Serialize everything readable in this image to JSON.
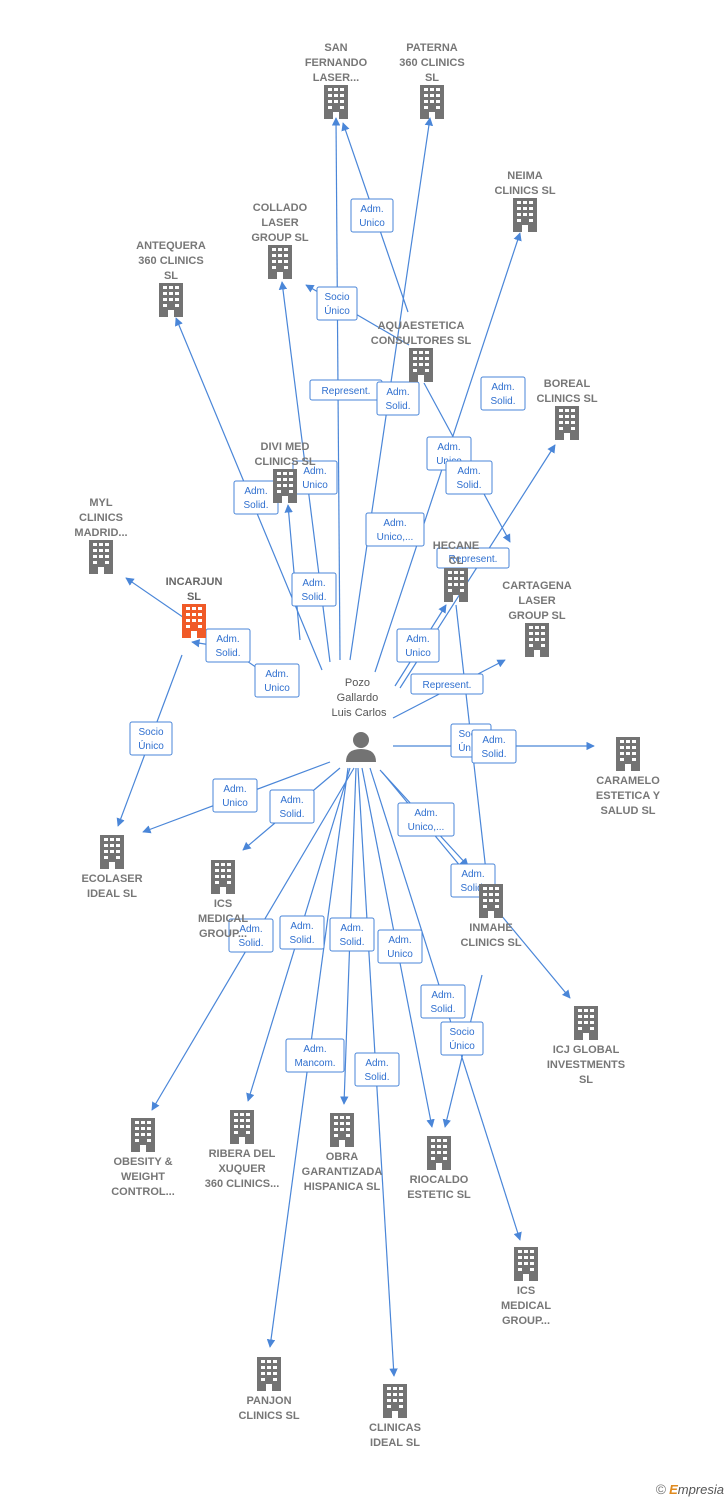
{
  "colors": {
    "edge": "#4a86d8",
    "node": "#737373",
    "focus": "#f05a28",
    "label": "#777777"
  },
  "person": {
    "lines": [
      "Pozo",
      "Gallardo",
      "Luis Carlos"
    ],
    "icon": "person-icon"
  },
  "nodes": [
    {
      "id": "san_fernando",
      "lines": [
        "SAN",
        "FERNANDO",
        "LASER..."
      ],
      "focus": false
    },
    {
      "id": "paterna",
      "lines": [
        "PATERNA",
        "360 CLINICS",
        "SL"
      ],
      "focus": false
    },
    {
      "id": "neima",
      "lines": [
        "NEIMA",
        "CLINICS  SL"
      ],
      "focus": false
    },
    {
      "id": "collado",
      "lines": [
        "COLLADO",
        "LASER",
        "GROUP  SL"
      ],
      "focus": false
    },
    {
      "id": "antequera",
      "lines": [
        "ANTEQUERA",
        "360 CLINICS",
        "SL"
      ],
      "focus": false
    },
    {
      "id": "aquaestetica",
      "lines": [
        "AQUAESTETICA",
        "CONSULTORES SL"
      ],
      "focus": false
    },
    {
      "id": "boreal",
      "lines": [
        "BOREAL",
        "CLINICS  SL"
      ],
      "focus": false
    },
    {
      "id": "divimed",
      "lines": [
        "DIVI MED",
        "CLINICS  SL"
      ],
      "focus": false
    },
    {
      "id": "myl",
      "lines": [
        "MYL",
        "CLINICS",
        "MADRID..."
      ],
      "focus": false
    },
    {
      "id": "incarjun",
      "lines": [
        "INCARJUN",
        "SL"
      ],
      "focus": true
    },
    {
      "id": "hecane",
      "lines": [
        "HECANE",
        "CL"
      ],
      "focus": false
    },
    {
      "id": "cartagena",
      "lines": [
        "CARTAGENA",
        "LASER",
        "GROUP  SL"
      ],
      "focus": false
    },
    {
      "id": "caramelo",
      "lines": [
        "CARAMELO",
        "ESTETICA Y",
        "SALUD  SL"
      ],
      "focus": false
    },
    {
      "id": "ecolaser",
      "lines": [
        "ECOLASER",
        "IDEAL  SL"
      ],
      "focus": false
    },
    {
      "id": "ics1",
      "lines": [
        "ICS",
        "MEDICAL",
        "GROUP..."
      ],
      "focus": false
    },
    {
      "id": "inmahe",
      "lines": [
        "INMAHE",
        "CLINICS  SL"
      ],
      "focus": false
    },
    {
      "id": "icj",
      "lines": [
        "ICJ GLOBAL",
        "INVESTMENTS",
        "SL"
      ],
      "focus": false
    },
    {
      "id": "obesity",
      "lines": [
        "OBESITY &",
        "WEIGHT",
        "CONTROL..."
      ],
      "focus": false
    },
    {
      "id": "ribera",
      "lines": [
        "RIBERA DEL",
        "XUQUER",
        "360 CLINICS..."
      ],
      "focus": false
    },
    {
      "id": "obra",
      "lines": [
        "OBRA",
        "GARANTIZADA",
        "HISPANICA  SL"
      ],
      "focus": false
    },
    {
      "id": "riocaldo",
      "lines": [
        "RIOCALDO",
        "ESTETIC  SL"
      ],
      "focus": false
    },
    {
      "id": "ics2",
      "lines": [
        "ICS",
        "MEDICAL",
        "GROUP..."
      ],
      "focus": false
    },
    {
      "id": "panjon",
      "lines": [
        "PANJON",
        "CLINICS  SL"
      ],
      "focus": false
    },
    {
      "id": "clinicas_ideal",
      "lines": [
        "CLINICAS",
        "IDEAL  SL"
      ],
      "focus": false
    }
  ],
  "relations": [
    {
      "id": "r1",
      "lines": [
        "Adm.",
        "Unico"
      ]
    },
    {
      "id": "r2",
      "lines": [
        "Socio",
        "Único"
      ]
    },
    {
      "id": "r3",
      "lines": [
        "Represent."
      ]
    },
    {
      "id": "r4",
      "lines": [
        "Adm.",
        "Solid."
      ]
    },
    {
      "id": "r5",
      "lines": [
        "Adm.",
        "Solid."
      ]
    },
    {
      "id": "r6",
      "lines": [
        "Adm.",
        "Unico"
      ]
    },
    {
      "id": "r7",
      "lines": [
        "Adm.",
        "Solid."
      ]
    },
    {
      "id": "r8",
      "lines": [
        "Adm.",
        "Unico"
      ]
    },
    {
      "id": "r9",
      "lines": [
        "Adm.",
        "Solid."
      ]
    },
    {
      "id": "r10",
      "lines": [
        "Adm.",
        "Unico,..."
      ]
    },
    {
      "id": "r11",
      "lines": [
        "Represent."
      ]
    },
    {
      "id": "r12",
      "lines": [
        "Adm.",
        "Solid."
      ]
    },
    {
      "id": "r13",
      "lines": [
        "Adm.",
        "Unico"
      ]
    },
    {
      "id": "r14",
      "lines": [
        "Adm.",
        "Solid."
      ]
    },
    {
      "id": "r15",
      "lines": [
        "Adm.",
        "Unico"
      ]
    },
    {
      "id": "r16",
      "lines": [
        "Represent."
      ]
    },
    {
      "id": "r17",
      "lines": [
        "Socio",
        "Único"
      ]
    },
    {
      "id": "r18",
      "lines": [
        "Socio",
        "Único"
      ]
    },
    {
      "id": "r19",
      "lines": [
        "Adm.",
        "Solid."
      ]
    },
    {
      "id": "r20",
      "lines": [
        "Adm.",
        "Unico"
      ]
    },
    {
      "id": "r21",
      "lines": [
        "Adm.",
        "Solid."
      ]
    },
    {
      "id": "r22",
      "lines": [
        "Adm.",
        "Unico,..."
      ]
    },
    {
      "id": "r23",
      "lines": [
        "Adm.",
        "Solid."
      ]
    },
    {
      "id": "r24",
      "lines": [
        "Adm.",
        "Solid."
      ]
    },
    {
      "id": "r25",
      "lines": [
        "Adm.",
        "Solid."
      ]
    },
    {
      "id": "r26",
      "lines": [
        "Adm.",
        "Solid."
      ]
    },
    {
      "id": "r27",
      "lines": [
        "Adm.",
        "Unico"
      ]
    },
    {
      "id": "r28",
      "lines": [
        "Adm.",
        "Solid."
      ]
    },
    {
      "id": "r29",
      "lines": [
        "Socio",
        "Único"
      ]
    },
    {
      "id": "r30",
      "lines": [
        "Adm.",
        "Mancom."
      ]
    },
    {
      "id": "r31",
      "lines": [
        "Adm.",
        "Solid."
      ]
    }
  ],
  "watermark": {
    "copyright": "©",
    "e": "E",
    "rest": "mpresia"
  }
}
